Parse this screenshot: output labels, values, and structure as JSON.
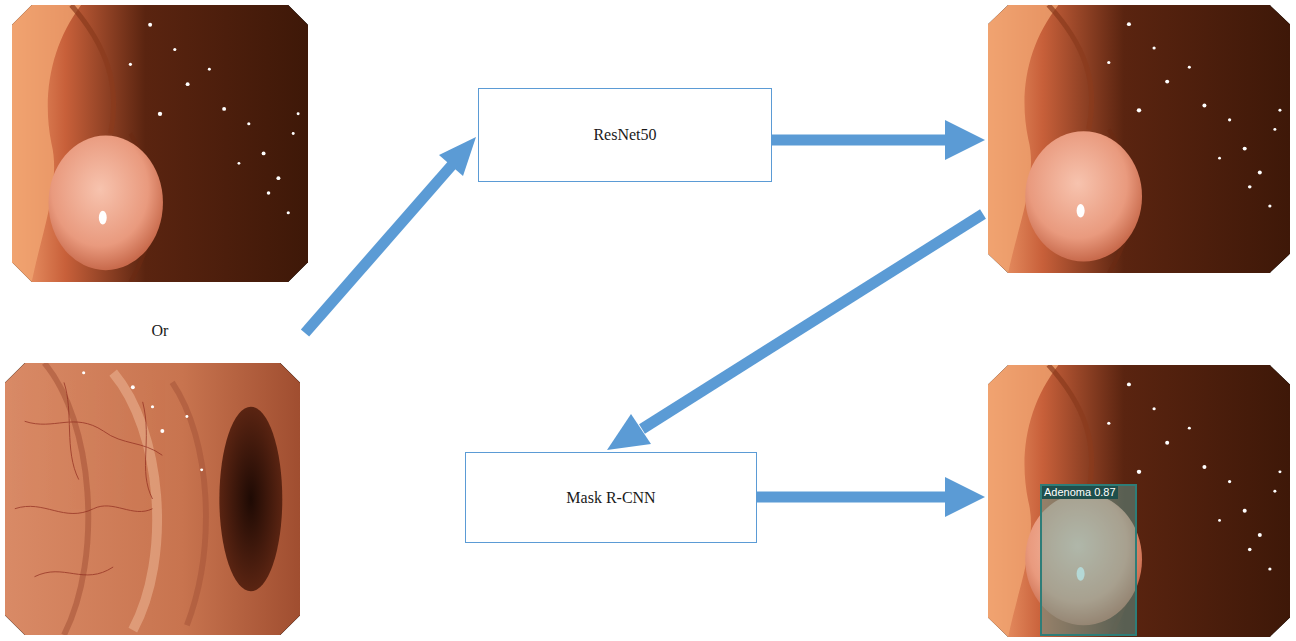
{
  "diagram": {
    "nodes": [
      {
        "text": [
          "ResNet50"
        ]
      },
      {
        "text": [
          "Mask R-CNN"
        ]
      },
      {
        "text": [
          "Adenoma 0.87"
        ]
      }
    ],
    "labels": [
      "Or"
    ]
  }
}
